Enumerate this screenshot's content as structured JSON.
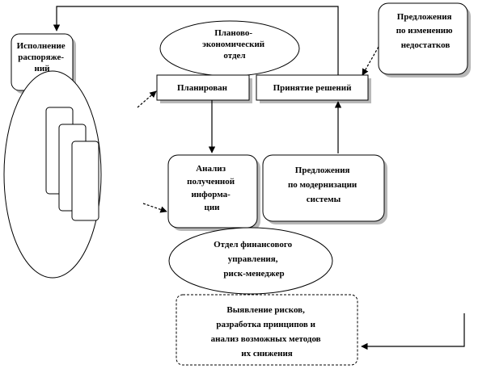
{
  "nodes": {
    "execution": [
      "Исполнение",
      "распоряже-",
      "ний"
    ],
    "planning_dept": [
      "Планово-",
      "экономический",
      "отдел"
    ],
    "proposals_deficiencies": [
      "Предложения",
      "по изменению",
      "недостатков"
    ],
    "planning": [
      "Планирован"
    ],
    "decision_making": [
      "Принятие  решений"
    ],
    "analysis": [
      "Анализ",
      "полученной",
      "информа-",
      "ции"
    ],
    "proposals_modernization": [
      "Предложения",
      "по модернизации",
      "системы"
    ],
    "finance_dept": [
      "Отдел финансового",
      "управления,",
      "риск-менеджер"
    ],
    "risk_identification": [
      "Выявление рисков,",
      "разработка принципов и",
      "анализ возможных методов",
      "их снижения"
    ]
  }
}
